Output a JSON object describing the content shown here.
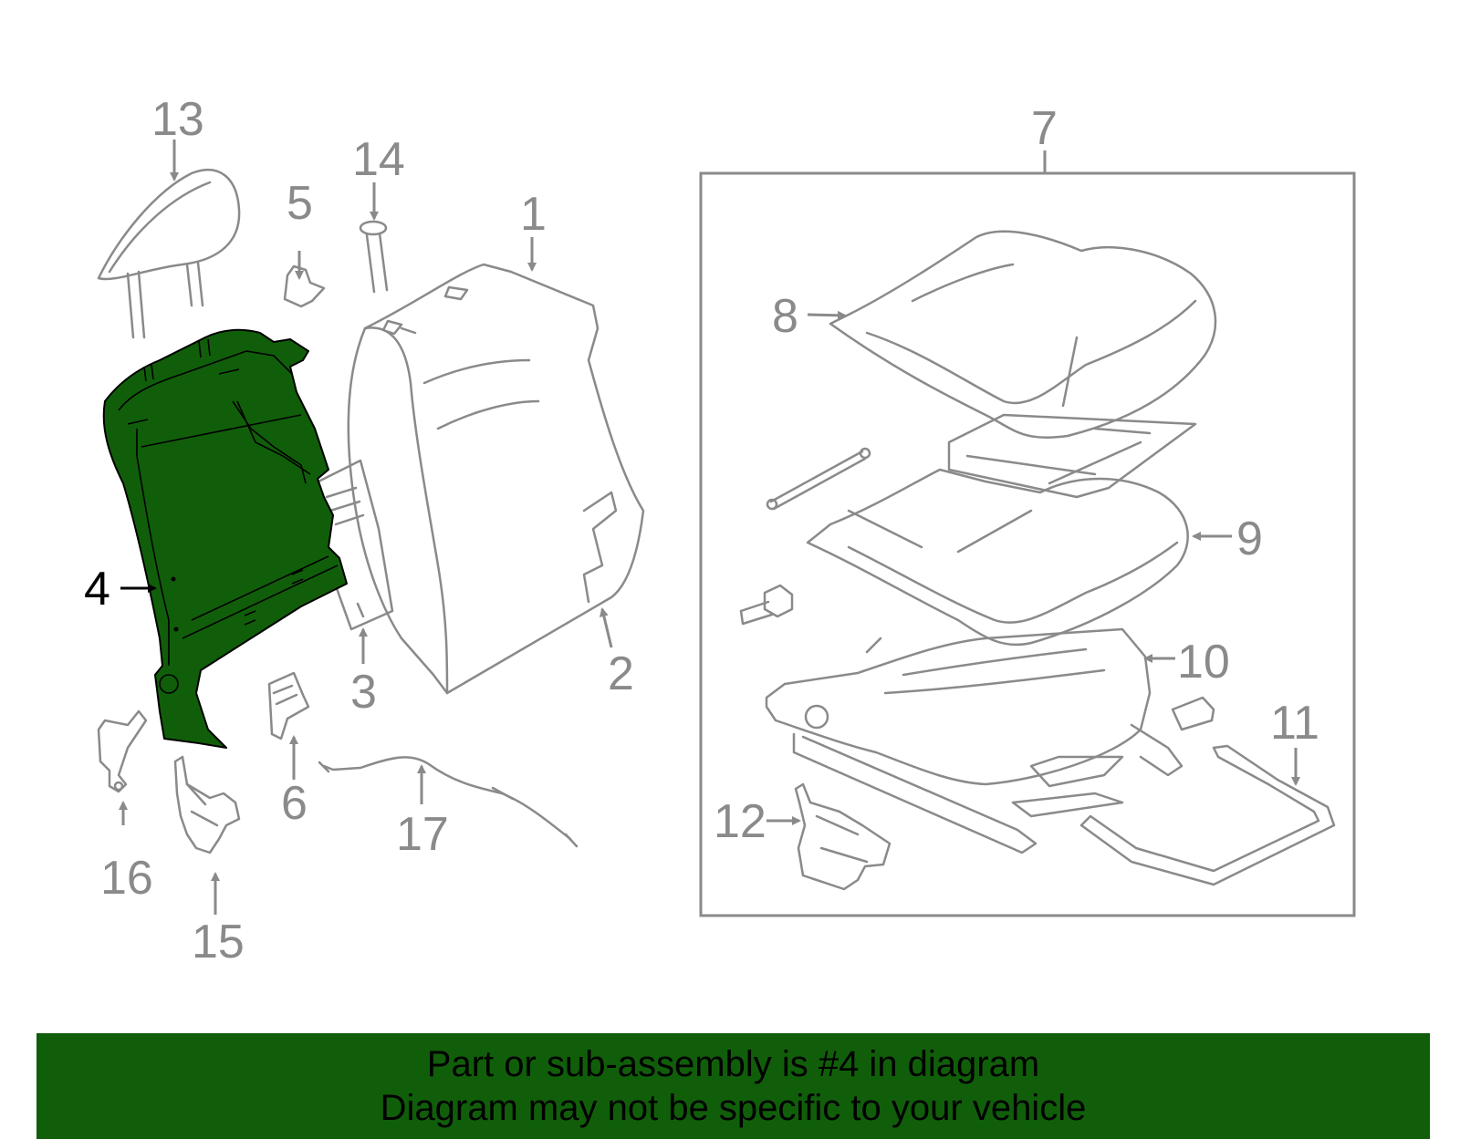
{
  "colors": {
    "highlight": "#115e0a",
    "line": "#8a8a8a",
    "highlight_label": "#000000",
    "banner_text": "#000000"
  },
  "callouts": [
    {
      "id": "1",
      "label": "1"
    },
    {
      "id": "2",
      "label": "2"
    },
    {
      "id": "3",
      "label": "3"
    },
    {
      "id": "4",
      "label": "4",
      "highlighted": true
    },
    {
      "id": "5",
      "label": "5"
    },
    {
      "id": "6",
      "label": "6"
    },
    {
      "id": "7",
      "label": "7"
    },
    {
      "id": "8",
      "label": "8"
    },
    {
      "id": "9",
      "label": "9"
    },
    {
      "id": "10",
      "label": "10"
    },
    {
      "id": "11",
      "label": "11"
    },
    {
      "id": "12",
      "label": "12"
    },
    {
      "id": "13",
      "label": "13"
    },
    {
      "id": "14",
      "label": "14"
    },
    {
      "id": "15",
      "label": "15"
    },
    {
      "id": "16",
      "label": "16"
    },
    {
      "id": "17",
      "label": "17"
    }
  ],
  "banner": {
    "line1": "Part or sub-assembly is #4 in diagram",
    "line2": "Diagram may not be specific to your vehicle"
  }
}
